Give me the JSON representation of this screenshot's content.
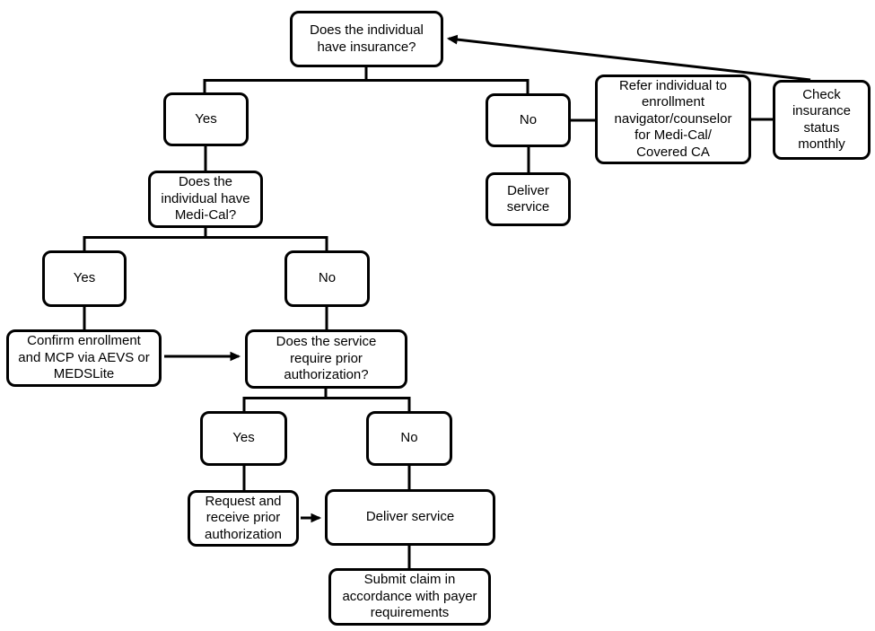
{
  "diagram": {
    "type": "flowchart",
    "background_color": "#ffffff",
    "stroke_color": "#000000",
    "text_color": "#000000"
  },
  "nodes": {
    "insurance_q": {
      "label": "Does the individual\nhave insurance?"
    },
    "insurance_yes": {
      "label": "Yes"
    },
    "insurance_no": {
      "label": "No"
    },
    "deliver_uninsured": {
      "label": "Deliver\nservice"
    },
    "refer": {
      "label": "Refer individual to\nenrollment\nnavigator/counselor\nfor Medi-Cal/\nCovered CA"
    },
    "check_monthly": {
      "label": "Check\ninsurance\nstatus\nmonthly"
    },
    "medical_q": {
      "label": "Does the\nindividual have\nMedi-Cal?"
    },
    "medical_yes": {
      "label": "Yes"
    },
    "medical_no": {
      "label": "No"
    },
    "confirm": {
      "label": "Confirm enrollment\nand MCP via AEVS or\nMEDSLite"
    },
    "prior_auth_q": {
      "label": "Does the service\nrequire prior\nauthorization?"
    },
    "prior_yes": {
      "label": "Yes"
    },
    "prior_no": {
      "label": "No"
    },
    "request_auth": {
      "label": "Request and\nreceive prior\nauthorization"
    },
    "deliver_service": {
      "label": "Deliver service"
    },
    "submit_claim": {
      "label": "Submit claim in\naccordance with payer\nrequirements"
    }
  }
}
